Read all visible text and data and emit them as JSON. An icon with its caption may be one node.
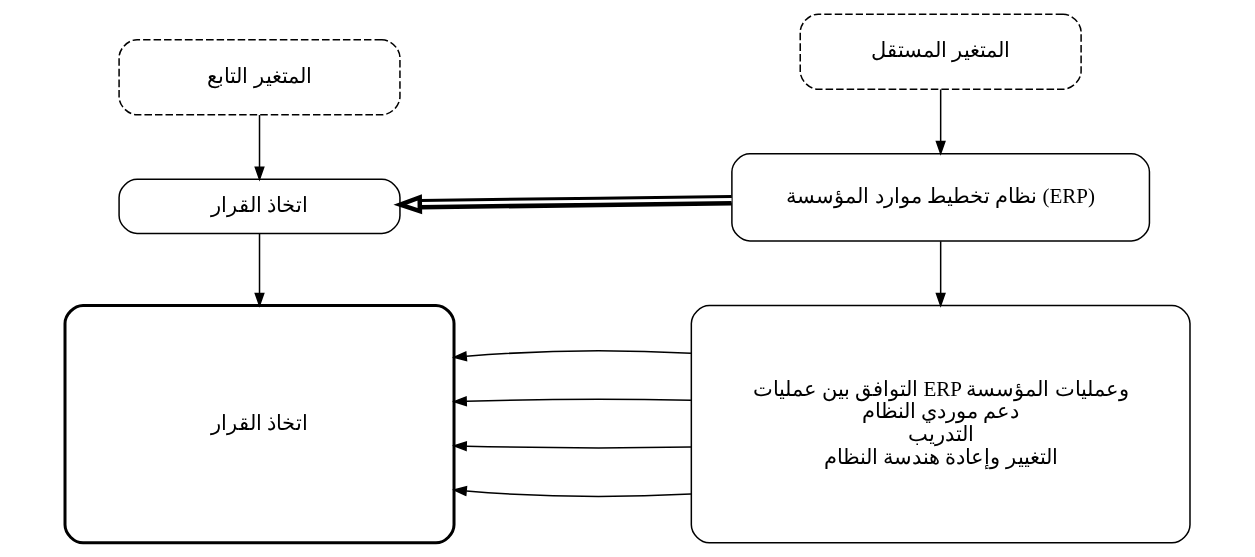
{
  "diagram": {
    "nodes": [
      {
        "text": [
          "المتغير المستقل"
        ]
      },
      {
        "text": [
          "نظام تخطيط موارد المؤسسة (ERP)"
        ]
      },
      {
        "text": [
          "التوافق بين عمليات ERP وعمليات المؤسسة",
          "دعم موردي النظام",
          "التدريب",
          "التغيير وإعادة هندسة النظام"
        ]
      },
      {
        "text": [
          "المتغير التابع"
        ]
      },
      {
        "text": [
          "اتخاذ القرار"
        ]
      },
      {
        "text": [
          "اتخاذ القرار"
        ]
      }
    ],
    "edges": [
      {
        "from": 0,
        "to": 1,
        "arrow": "to"
      },
      {
        "from": 1,
        "to": 2,
        "arrow": "to"
      },
      {
        "from": 3,
        "to": 4,
        "arrow": "to"
      },
      {
        "from": 4,
        "to": 5,
        "arrow": "to"
      },
      {
        "from": 1,
        "to": 4,
        "arrow": "to",
        "style": "thick"
      },
      {
        "from": 2,
        "to": 5,
        "arrow": "to"
      },
      {
        "from": 2,
        "to": 5,
        "arrow": "to"
      },
      {
        "from": 2,
        "to": 5,
        "arrow": "to"
      },
      {
        "from": 2,
        "to": 5,
        "arrow": "to"
      }
    ]
  }
}
